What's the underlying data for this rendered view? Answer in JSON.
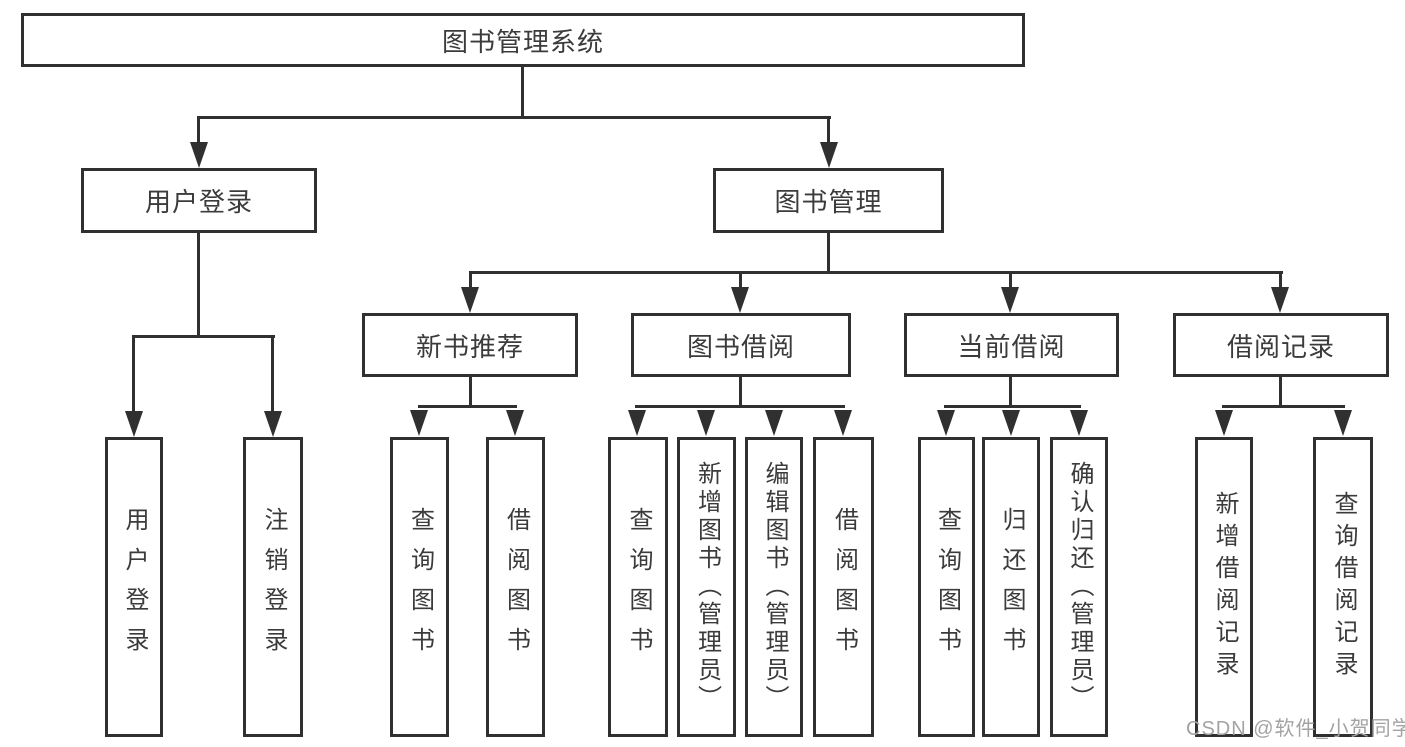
{
  "diagram": {
    "root": {
      "label": "图书管理系统"
    },
    "level2": {
      "user_login": {
        "label": "用户登录"
      },
      "book_mgmt": {
        "label": "图书管理"
      }
    },
    "level3": {
      "new_books": {
        "label": "新书推荐"
      },
      "book_borrow": {
        "label": "图书借阅"
      },
      "current_borrow": {
        "label": "当前借阅"
      },
      "borrow_records": {
        "label": "借阅记录"
      }
    },
    "leaves": {
      "user_login": {
        "label": "用户登录"
      },
      "logout": {
        "label": "注销登录"
      },
      "nb_query_books": {
        "label": "查询图书"
      },
      "nb_borrow_books": {
        "label": "借阅图书"
      },
      "bb_query_books": {
        "label": "查询图书"
      },
      "bb_add_books": {
        "label": "新增图书（管理员）"
      },
      "bb_edit_books": {
        "label": "编辑图书（管理员）"
      },
      "bb_borrow_books": {
        "label": "借阅图书"
      },
      "cb_query_books": {
        "label": "查询图书"
      },
      "cb_return_books": {
        "label": "归还图书"
      },
      "cb_confirm_return": {
        "label": "确认归还（管理员）"
      },
      "br_add_record": {
        "label": "新增借阅记录"
      },
      "br_query_record": {
        "label": "查询借阅记录"
      }
    },
    "watermark": "CSDN @软件_小贺同学",
    "colors": {
      "line": "#303030",
      "text": "#3b3b3b",
      "watermark": "#a3a3a3",
      "background": "#ffffff"
    }
  }
}
